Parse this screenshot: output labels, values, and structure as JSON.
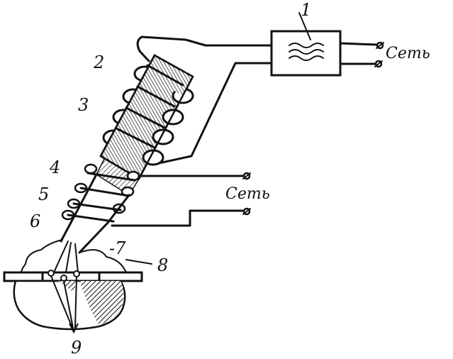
{
  "diagram": {
    "power_unit_symbol": "≈",
    "network_label_top": "Сеть",
    "network_label_mid": "Сеть",
    "labels": {
      "l1": "1",
      "l2": "2",
      "l3": "3",
      "l4": "4",
      "l5": "5",
      "l6": "6",
      "l7": "-7",
      "l8": "8",
      "l9": "9"
    }
  }
}
